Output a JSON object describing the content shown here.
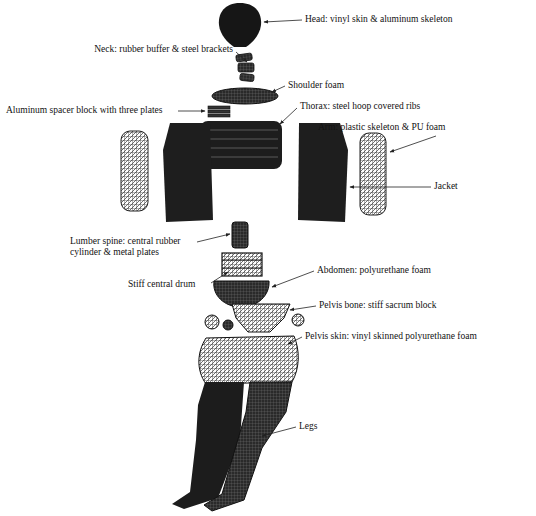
{
  "diagram": {
    "labels": [
      "Head: vinyl skin & aluminum skeleton",
      "Neck: rubber buffer & steel brackets",
      "Shoulder foam",
      "Aluminum spacer block with three plates",
      "Thorax: steel hoop covered ribs",
      "Arm: plastic skeleton & PU foam",
      "Jacket",
      "Lumber spine: central rubber cylinder & metal plates",
      "Stiff central drum",
      "Abdomen: polyurethane foam",
      "Pelvis bone: stiff sacrum block",
      "Pelvis skin: vinyl skinned polyurethane foam",
      "Legs"
    ]
  }
}
